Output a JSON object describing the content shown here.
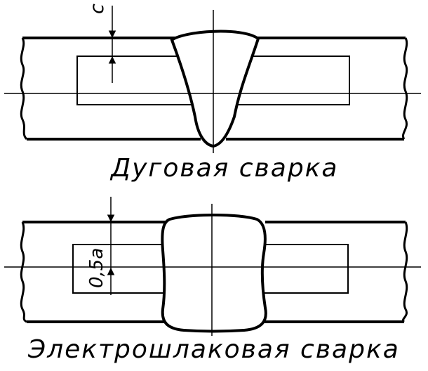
{
  "captions": {
    "arc_welding": "Дуговая сварка",
    "electroslag_welding": "Электрошлаковая сварка"
  },
  "dimensions": {
    "top_label": "c",
    "bottom_label": "0,5a"
  }
}
